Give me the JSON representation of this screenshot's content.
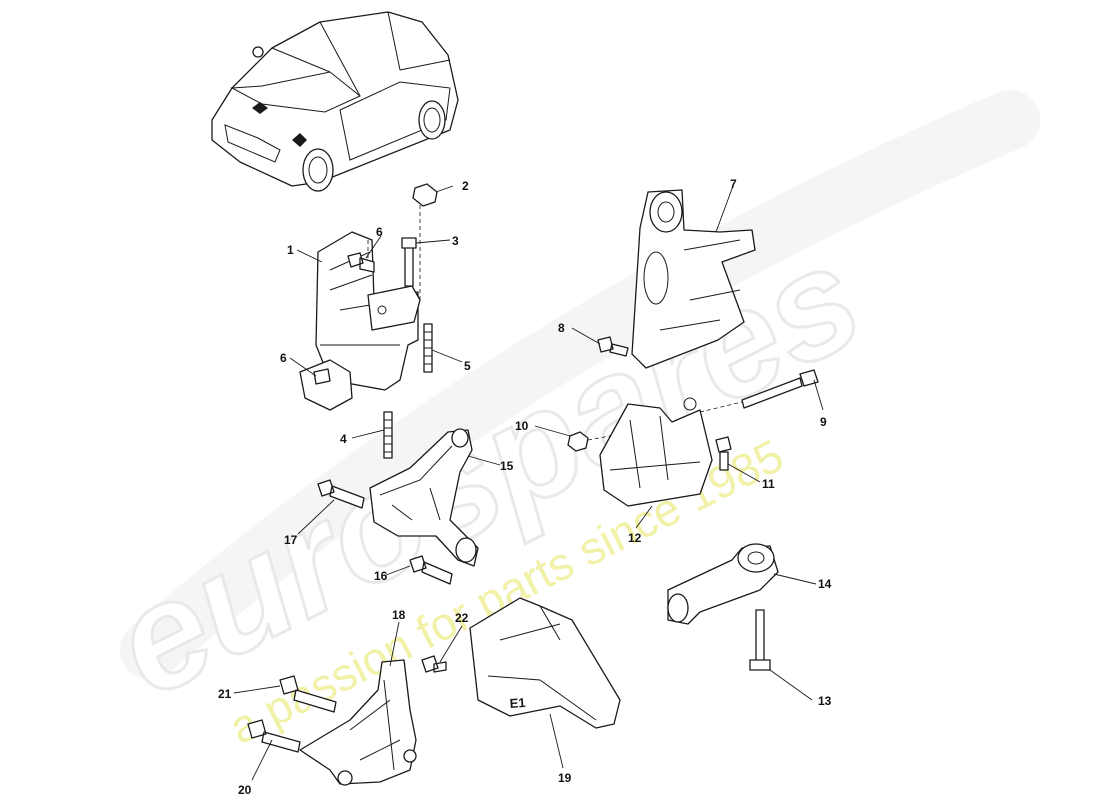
{
  "watermark": {
    "brand": "eurospares",
    "tagline": "a passion for parts since 1985",
    "brand_color": "#e9e9e9",
    "tagline_color": "#f1f1a8"
  },
  "callouts": {
    "c1": "1",
    "c2": "2",
    "c3": "3",
    "c4": "4",
    "c5": "5",
    "c6a": "6",
    "c6b": "6",
    "c7": "7",
    "c8": "8",
    "c9": "9",
    "c10": "10",
    "c11": "11",
    "c12": "12",
    "c13": "13",
    "c14": "14",
    "c15": "15",
    "c16": "16",
    "c17": "17",
    "c18": "18",
    "c19": "19",
    "c20": "20",
    "c21": "21",
    "c22": "22"
  },
  "part19_marking": "E1"
}
